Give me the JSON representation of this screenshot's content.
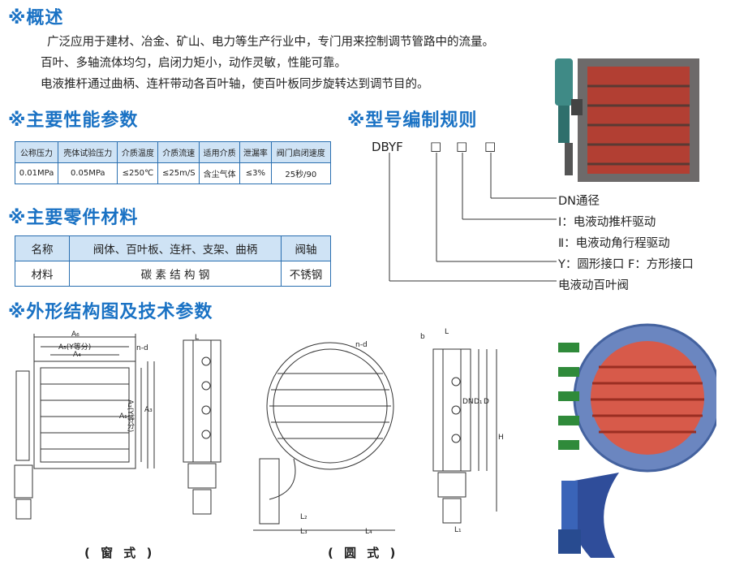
{
  "sections": {
    "overview": "※概述",
    "performance": "※主要性能参数",
    "model": "※型号编制规则",
    "materials": "※主要零件材料",
    "drawings": "※外形结构图及技术参数"
  },
  "overview_lines": [
    "广泛应用于建材、冶金、矿山、电力等生产行业中，专门用来控制调节管路中的流量。",
    "百叶、多轴流体均匀，启闭力矩小，动作灵敏，性能可靠。",
    "电液推杆通过曲柄、连杆带动各百叶轴，使百叶板同步旋转达到调节目的。"
  ],
  "performance_table": {
    "headers": [
      "公称压力",
      "壳体试验压力",
      "介质温度",
      "介质流速",
      "适用介质",
      "泄漏率",
      "阀门启闭速度"
    ],
    "row": [
      "0.01MPa",
      "0.05MPa",
      "≤250℃",
      "≤25m/S",
      "含尘气体",
      "≤3%",
      "25秒/90"
    ]
  },
  "materials_table": {
    "headers": [
      "名称",
      "阀体、百叶板、连杆、支架、曲柄",
      "阀轴"
    ],
    "row": [
      "材料",
      "碳 素 结 构 钢",
      "不锈钢"
    ]
  },
  "model_code": {
    "prefix": "DBYF",
    "boxes": [
      "□",
      "□",
      "□"
    ],
    "labels": [
      "DN通径",
      "Ⅰ：电液动推杆驱动",
      "Ⅱ：电液动角行程驱动",
      "Y：圆形接口 F：方形接口",
      "电液动百叶阀"
    ]
  },
  "drawing_labels": {
    "A6": "A₆",
    "A5": "A₅(Y等分)",
    "A4": "A₄",
    "nd": "n-d",
    "A1": "A₁",
    "A2": "A₂(Y等分)",
    "A3": "A₃",
    "L": "L",
    "b": "b",
    "DN": "DN",
    "D1": "D₁",
    "D": "D",
    "H": "H",
    "L1": "L₁",
    "L2": "L₂",
    "L3": "L₃",
    "L4": "L₄"
  },
  "captions": {
    "window": "( 窗 式 )",
    "round": "( 圆 式 )"
  },
  "colors": {
    "accent": "#1a72c4",
    "table_border": "#2a6fb0",
    "table_header": "#cfe3f5",
    "valve_body": "#c8473a"
  }
}
